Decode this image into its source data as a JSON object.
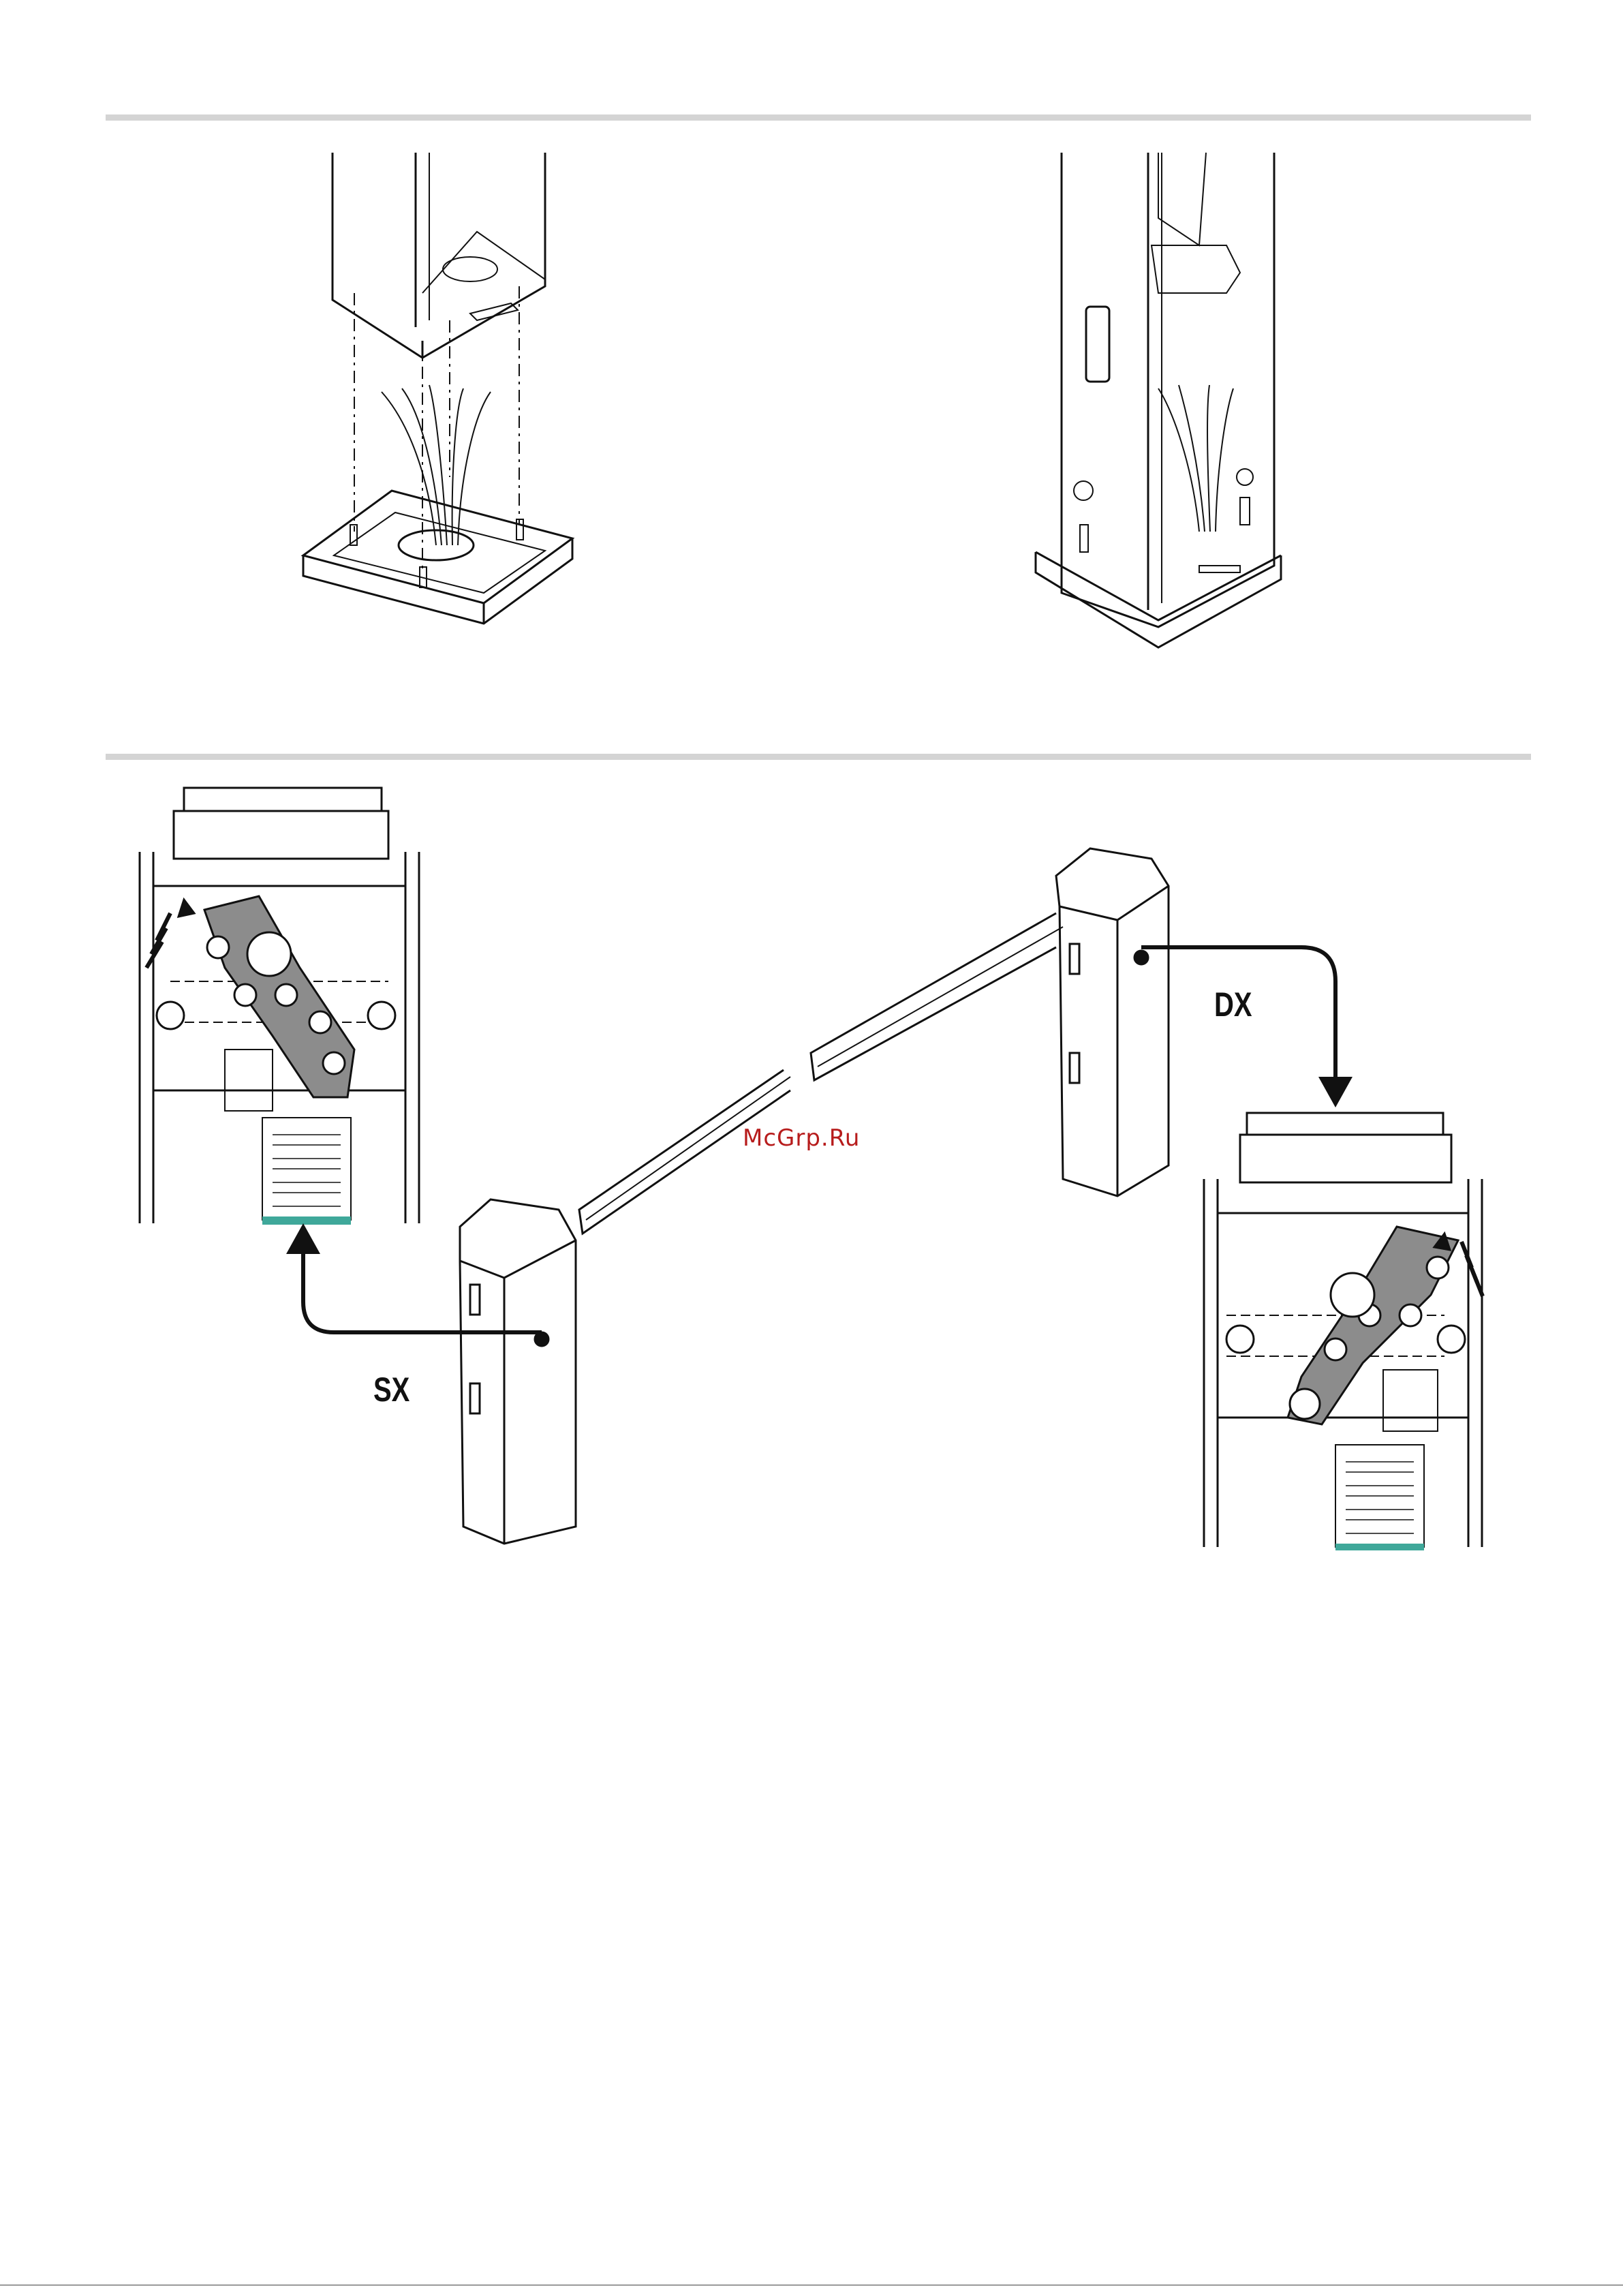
{
  "labels": {
    "dx": "DX",
    "sx": "SX"
  },
  "watermark": "McGrp.Ru",
  "colors": {
    "line": "#111111",
    "gray_arm": "#8c8c8c",
    "rule": "#d4d4d4",
    "watermark": "#b71c1c",
    "motor_teal": "#3fa89a"
  }
}
